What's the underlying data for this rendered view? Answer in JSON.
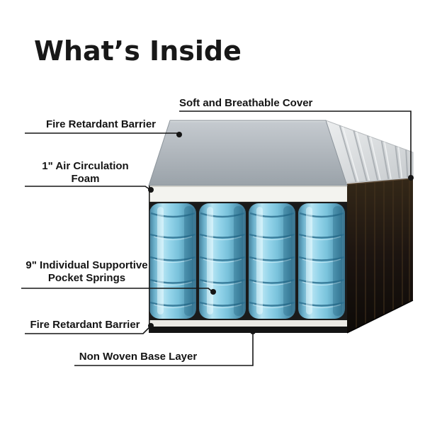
{
  "title": "What’s Inside",
  "labels": {
    "cover": "Soft and Breathable Cover",
    "fire_barrier_top": "Fire Retardant Barrier",
    "air_foam_line1": "1\" Air Circulation",
    "air_foam_line2": "Foam",
    "springs_line1": "9\" Individual Supportive",
    "springs_line2": "Pocket Springs",
    "fire_barrier_bottom": "Fire Retardant Barrier",
    "base_layer": "Non Woven Base Layer"
  },
  "colors": {
    "text": "#141414",
    "leader_line": "#151515",
    "spring_blue": "#8ed2e8",
    "spring_blue_dark": "#39718c",
    "barrier_gray": "#aab2b9",
    "foam_white": "#f3f3ef",
    "cover_gray": "#d9dcde",
    "side_panel_dark": "#17110b",
    "base_dark": "#141414"
  }
}
